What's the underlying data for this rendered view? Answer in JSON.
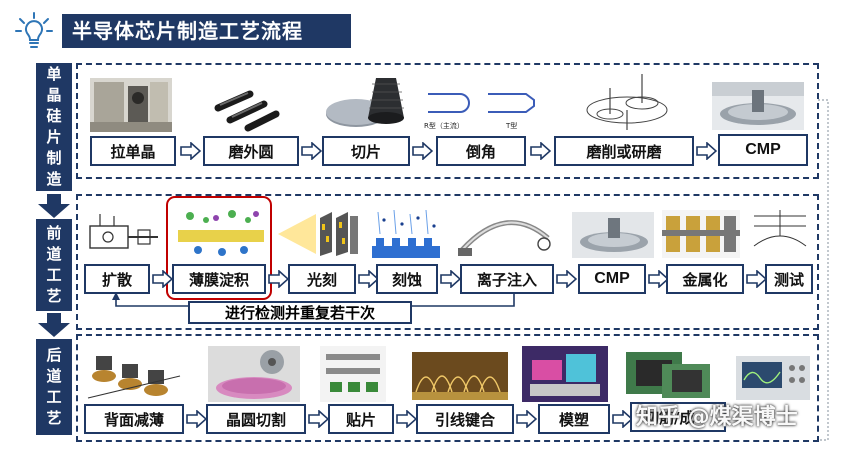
{
  "title": "半导体芯片制造工艺流程",
  "stages": [
    {
      "label_chars": [
        "单",
        "晶",
        "硅",
        "片",
        "制",
        "造"
      ]
    },
    {
      "label_chars": [
        "前",
        "道",
        "工",
        "艺"
      ]
    },
    {
      "label_chars": [
        "后",
        "道",
        "工",
        "艺"
      ]
    }
  ],
  "row1_steps": [
    "拉单晶",
    "磨外圆",
    "切片",
    "倒角",
    "磨削或研磨",
    "CMP"
  ],
  "row2_steps": [
    "扩散",
    "薄膜淀积",
    "光刻",
    "刻蚀",
    "离子注入",
    "CMP",
    "金属化",
    "测试"
  ],
  "row2_loop_label": "进行检测并重复若干次",
  "row3_steps": [
    "背面减薄",
    "晶圆切割",
    "贴片",
    "引线键合",
    "模塑",
    "切筋/成"
  ],
  "chamfer_labels": [
    "R型（主流）",
    "T型"
  ],
  "watermark": "知乎 @煤渠博士",
  "colors": {
    "navy": "#1f3864",
    "highlight": "#c00000"
  },
  "icons": {
    "title": "lightbulb-icon",
    "flow": "chevron-right-icon",
    "stage": "down-arrow-icon"
  }
}
